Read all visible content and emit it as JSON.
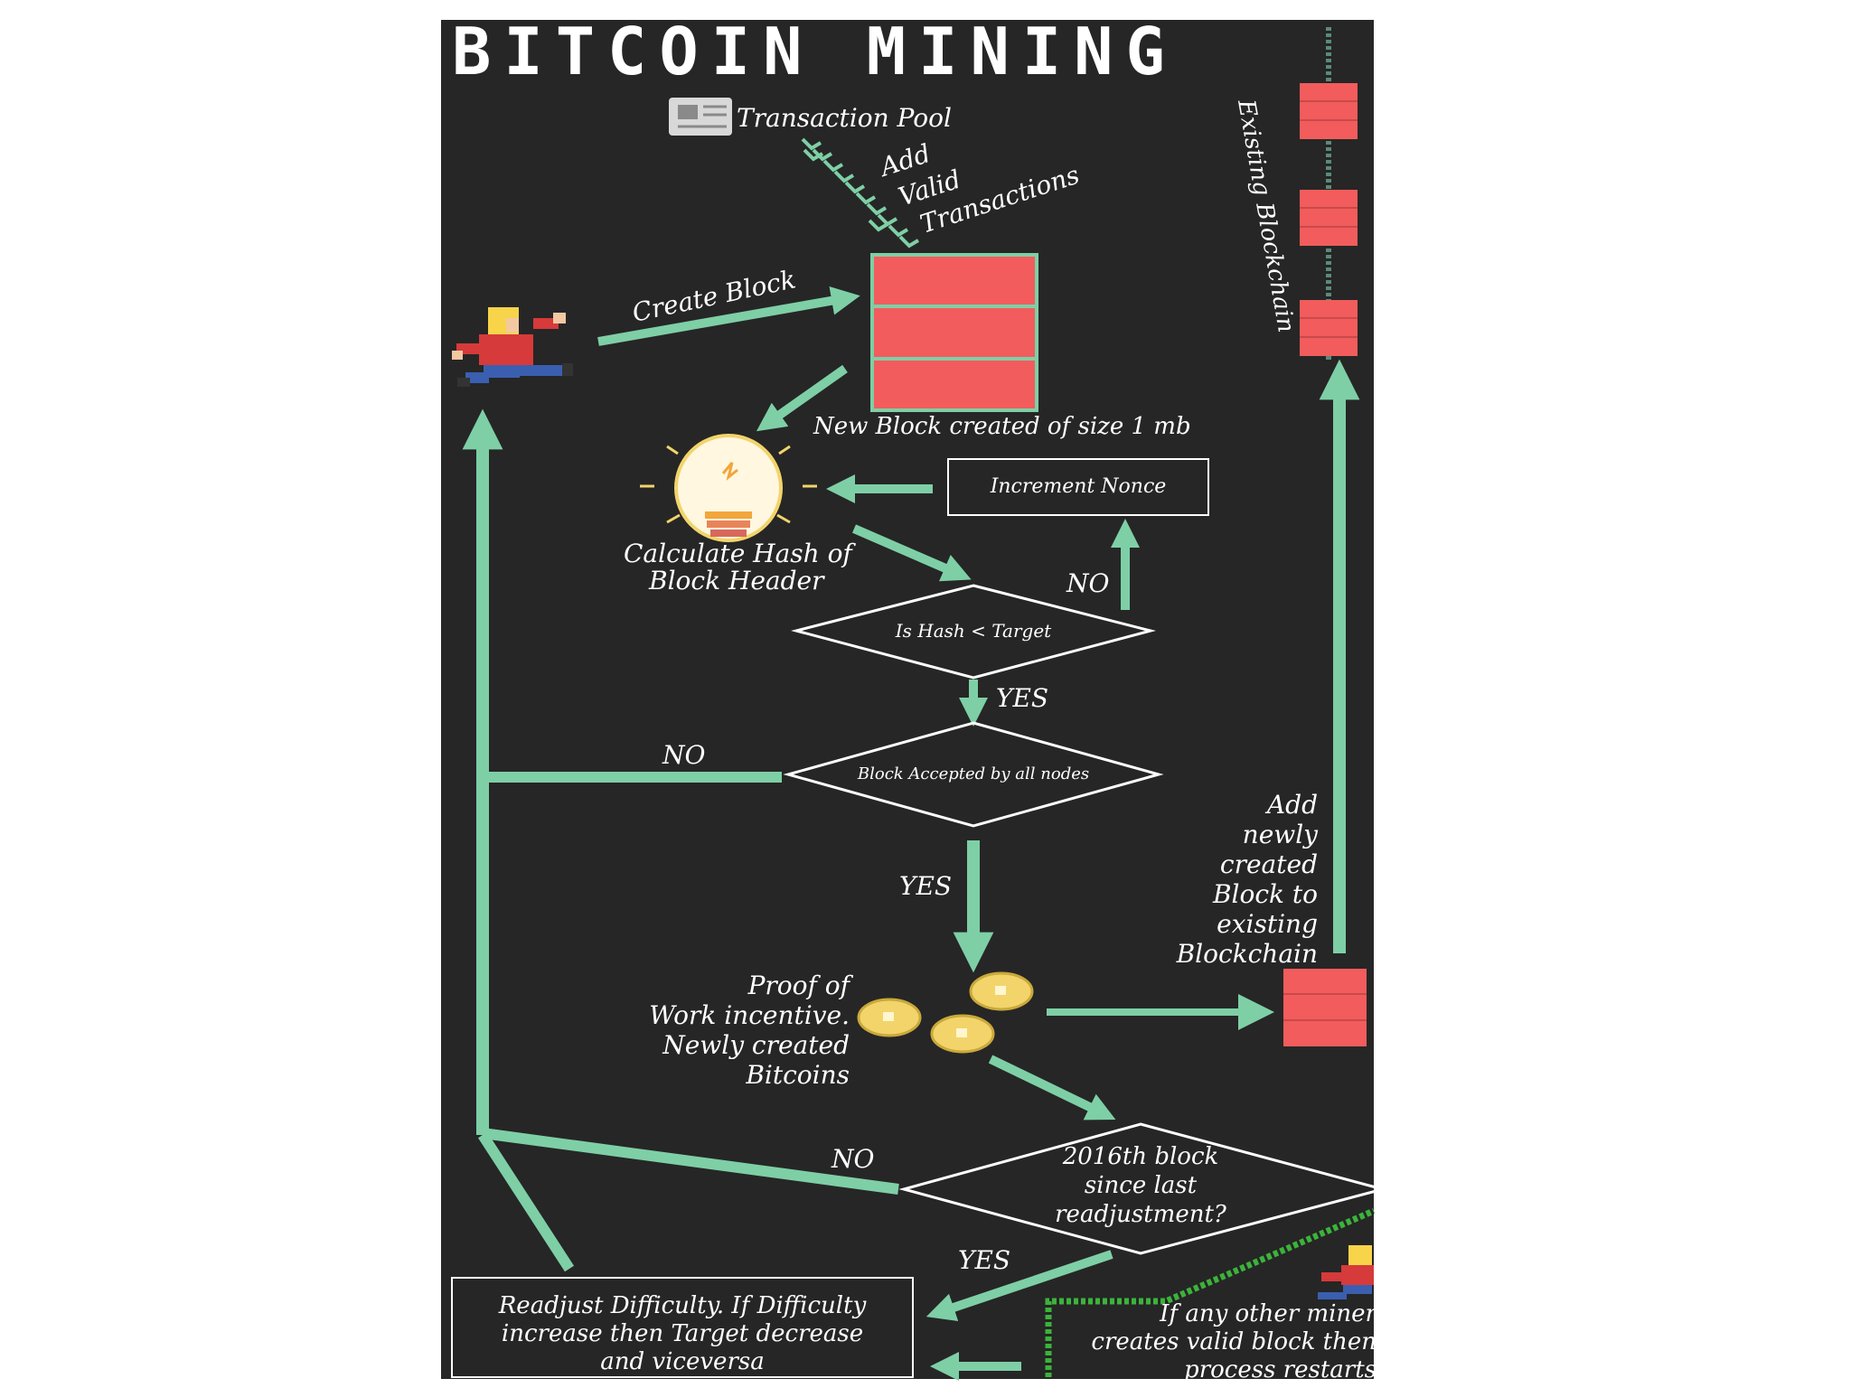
{
  "title": "BITCOIN MINING",
  "colors": {
    "background": "#262626",
    "accent": "#7ecfa6",
    "block": "#f25c5c",
    "text": "#ffffff",
    "coin": "#f2d46b"
  },
  "icons": [
    "newspaper-icon",
    "lightbulb-icon",
    "coin-icon",
    "runner-icon"
  ],
  "labels": {
    "transaction_pool": "Transaction Pool",
    "add_valid_1": "Add",
    "add_valid_2": "Valid",
    "add_valid_3": "Transactions",
    "create_block": "Create Block",
    "new_block": "New Block created of size 1 mb",
    "existing_blockchain": "Existing Blockchain",
    "increment_nonce": "Increment Nonce",
    "calc_hash_1": "Calculate Hash of",
    "calc_hash_2": "Block Header",
    "no_hash": "NO",
    "is_hash_target": "Is Hash < Target",
    "yes_hash": "YES",
    "no_accepted": "NO",
    "block_accepted": "Block Accepted by all nodes",
    "yes_accepted": "YES",
    "add_chain_1": "Add",
    "add_chain_2": "newly",
    "add_chain_3": "created",
    "add_chain_4": "Block to",
    "add_chain_5": "existing",
    "add_chain_6": "Blockchain",
    "pow_1": "Proof of",
    "pow_2": "Work incentive.",
    "pow_3": "Newly created",
    "pow_4": "Bitcoins",
    "no_2016": "NO",
    "block_2016_1": "2016th block",
    "block_2016_2": "since last",
    "block_2016_3": "readjustment?",
    "yes_2016": "YES",
    "readjust_1": "Readjust Difficulty. If Difficulty",
    "readjust_2": "increase then Target decrease",
    "readjust_3": "and viceversa",
    "other_miner_1": "If any other miner",
    "other_miner_2": "creates valid block then",
    "other_miner_3": "process restarts"
  }
}
